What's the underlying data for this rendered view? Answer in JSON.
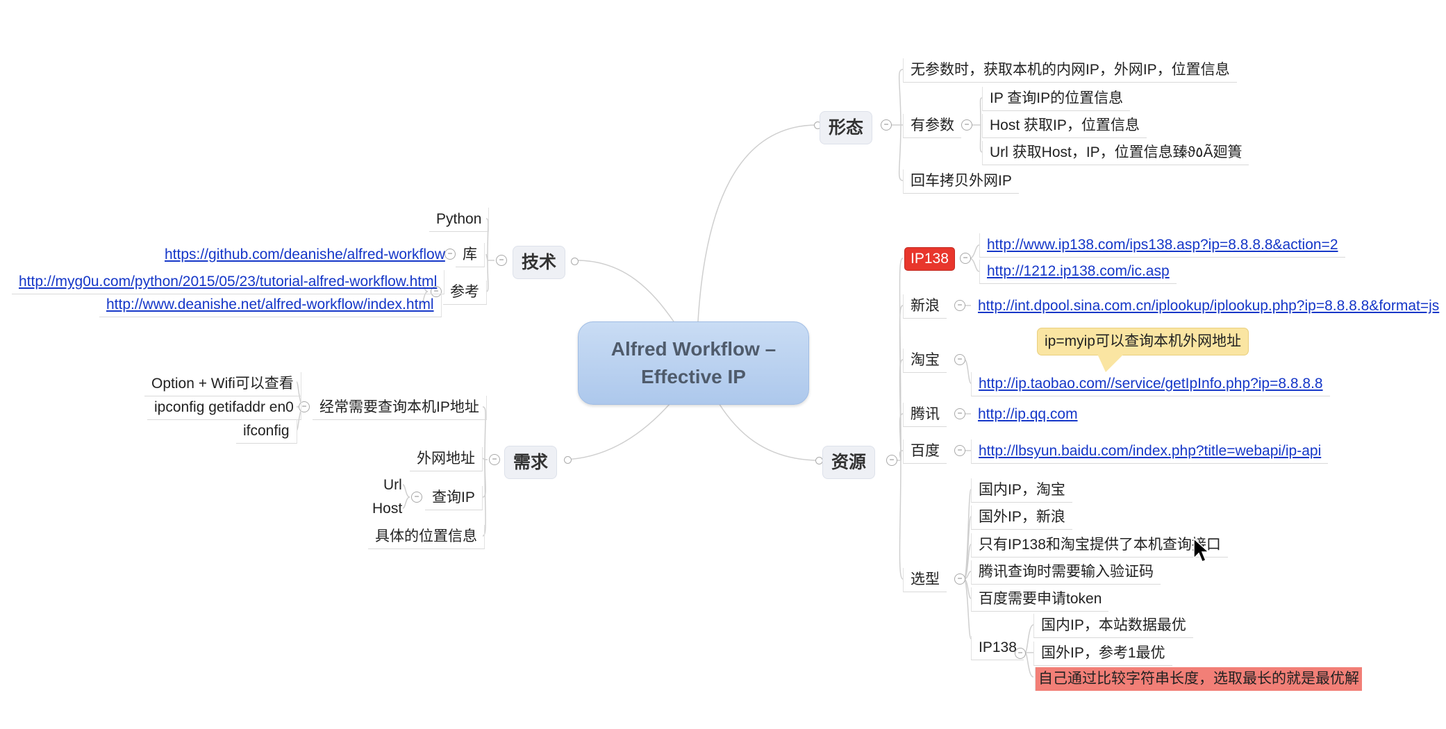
{
  "root": {
    "line1": "Alfred Workflow –",
    "line2": "Effective IP"
  },
  "xingtai": {
    "label": "形态",
    "no_param": "无参数时，获取本机的内网IP，外网IP，位置信息",
    "has_param": "有参数",
    "ip_query": "IP 查询IP的位置信息",
    "host_query": "Host 获取IP，位置信息",
    "url_query": "Url 获取Host，IP，位置信息臻ϑ٥Ã廻簣",
    "enter_copy": "回车拷贝外网IP"
  },
  "ziyuan": {
    "label": "资源",
    "ip138": "IP138",
    "ip138_link1": "http://www.ip138.com/ips138.asp?ip=8.8.8.8&action=2",
    "ip138_link2": "http://1212.ip138.com/ic.asp",
    "sina": "新浪",
    "sina_link": "http://int.dpool.sina.com.cn/iplookup/iplookup.php?ip=8.8.8.8&format=js",
    "taobao": "淘宝",
    "taobao_note": "ip=myip可以查询本机外网地址",
    "taobao_link": "http://ip.taobao.com//service/getIpInfo.php?ip=8.8.8.8",
    "tencent": "腾讯",
    "tencent_link": "http://ip.qq.com",
    "baidu": "百度",
    "baidu_link": "http://lbsyun.baidu.com/index.php?title=webapi/ip-api",
    "xuanxing": "选型",
    "sel_domestic": "国内IP，淘宝",
    "sel_foreign": "国外IP，新浪",
    "sel_only": "只有IP138和淘宝提供了本机查询接口",
    "sel_tencent": "腾讯查询时需要输入验证码",
    "sel_baidu": "百度需要申请token",
    "sel_ip138": "IP138",
    "ip138_domestic": "国内IP，本站数据最优",
    "ip138_foreign": "国外IP，参考1最优",
    "ip138_best": "自己通过比较字符串长度，选取最长的就是最优解"
  },
  "jishu": {
    "label": "技术",
    "python": "Python",
    "lib": "库",
    "lib_link": "https://github.com/deanishe/alfred-workflow",
    "ref": "参考",
    "ref_link1": "http://myg0u.com/python/2015/05/23/tutorial-alfred-workflow.html",
    "ref_link2": "http://www.deanishe.net/alfred-workflow/index.html"
  },
  "xuqiu": {
    "label": "需求",
    "check_local": "经常需要查询本机IP地址",
    "option_wifi": "Option + Wifi可以查看",
    "ipconfig": "ipconfig getifaddr en0",
    "ifconfig": "ifconfig",
    "external": "外网地址",
    "query_ip": "查询IP",
    "url": "Url",
    "host": "Host",
    "location": "具体的位置信息"
  },
  "colors": {
    "link": "#1537c8",
    "ip138_badge": "#e8362c",
    "highlight": "#f27f77",
    "callout": "#fae5a2",
    "root": "#b9d1f0"
  }
}
